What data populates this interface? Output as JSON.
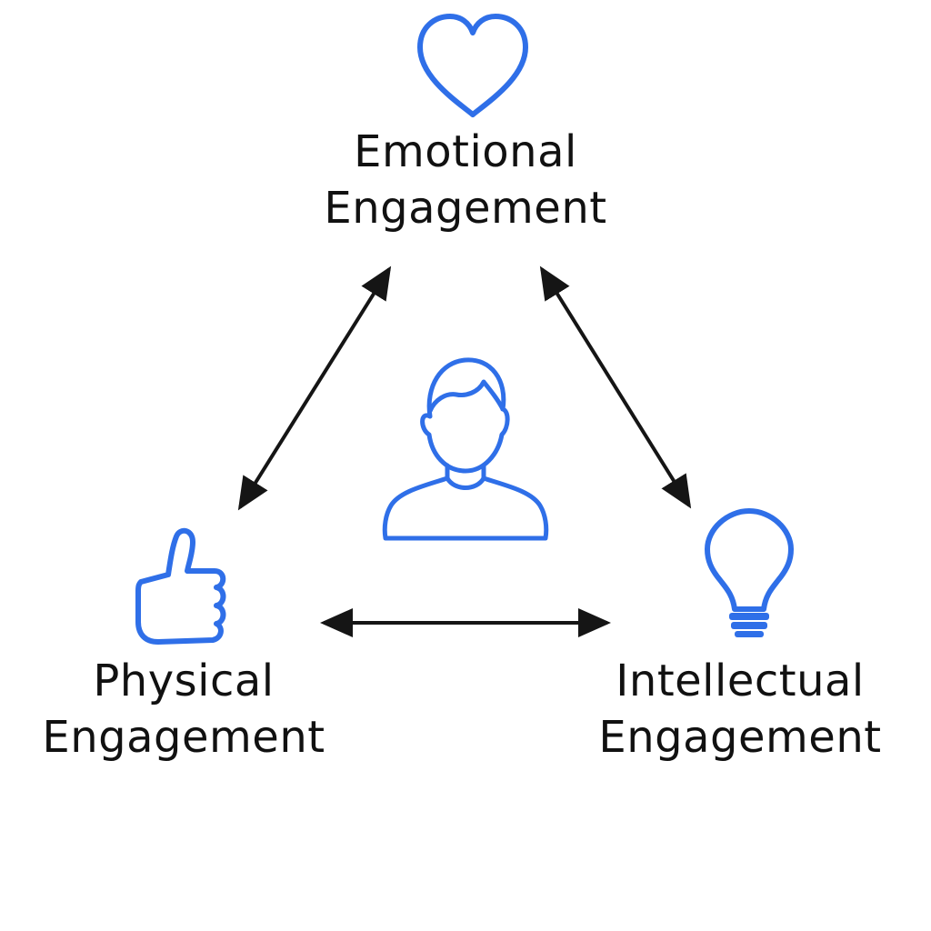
{
  "diagram": {
    "colors": {
      "icon": "#2f6fe8",
      "arrow": "#151515",
      "text": "#111111",
      "background": "#ffffff"
    },
    "nodes": {
      "emotional": {
        "line1": "Emotional",
        "line2": "Engagement",
        "icon": "heart-icon"
      },
      "physical": {
        "line1": "Physical",
        "line2": "Engagement",
        "icon": "thumbs-up-icon"
      },
      "intellectual": {
        "line1": "Intellectual",
        "line2": "Engagement",
        "icon": "lightbulb-icon"
      }
    },
    "center": {
      "icon": "person-icon"
    },
    "connections": [
      {
        "from": "emotional",
        "to": "physical",
        "direction": "both"
      },
      {
        "from": "emotional",
        "to": "intellectual",
        "direction": "both"
      },
      {
        "from": "physical",
        "to": "intellectual",
        "direction": "both"
      }
    ]
  }
}
